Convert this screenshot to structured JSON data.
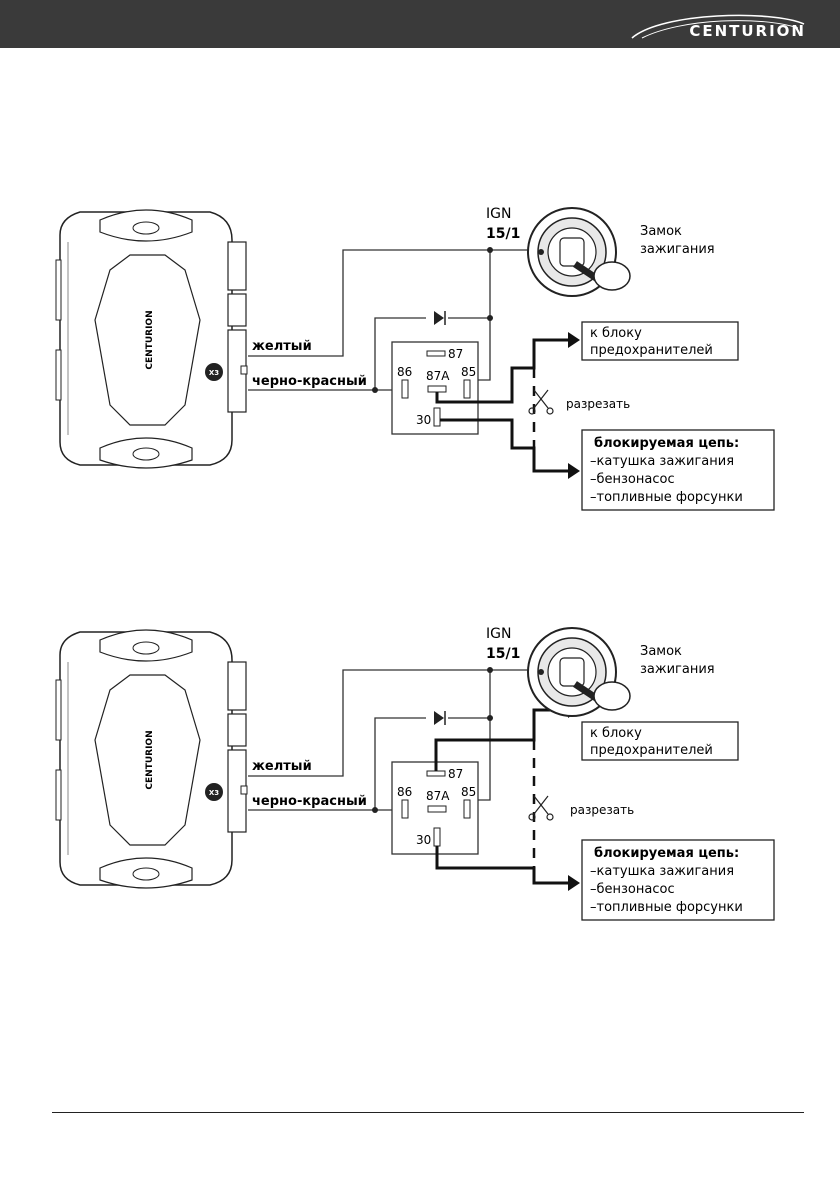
{
  "header": {
    "brand": "CENTURION"
  },
  "labels": {
    "ign": "IGN",
    "ign_num": "15/1",
    "lock_line1": "Замок",
    "lock_line2": "зажигания",
    "wire_yellow": "желтый",
    "wire_black_red": "черно-красный",
    "connector": "X3",
    "unit_brand": "CENTURION",
    "fuse_line1": "к блоку",
    "fuse_line2": "предохранителей",
    "cut": "разрезать",
    "pin86": "86",
    "pin87": "87",
    "pin87a": "87A",
    "pin85": "85",
    "pin30": "30",
    "circuit_title": "блокируемая цепь:",
    "circuit_item1": "–катушка зажигания",
    "circuit_item2": "–бензонасос",
    "circuit_item3": "–топливные форсунки"
  }
}
